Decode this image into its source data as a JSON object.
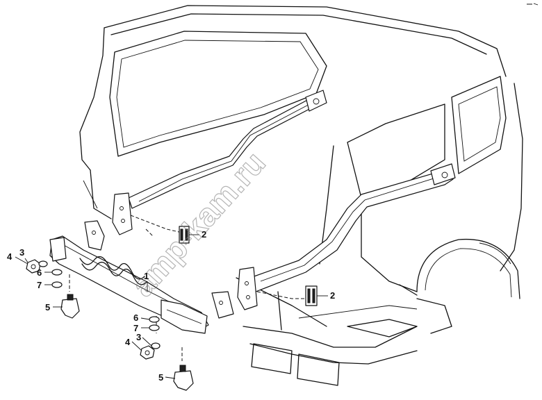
{
  "watermark": "amp-kam.ru",
  "callouts": {
    "c1": "1",
    "c2a": "2",
    "c2b": "2",
    "c3a": "3",
    "c3b": "3",
    "c4a": "4",
    "c4b": "4",
    "c5a": "5",
    "c5b": "5",
    "c6a": "6",
    "c6b": "6",
    "c7a": "7",
    "c7b": "7"
  }
}
